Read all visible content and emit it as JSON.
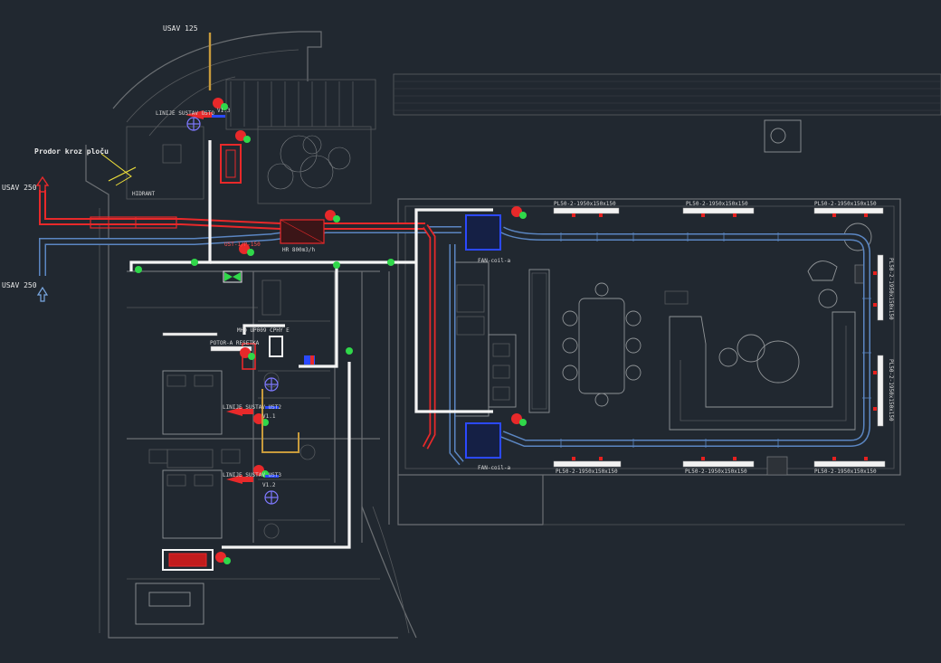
{
  "title": "HVAC ventilation floor plan (CAD model space)",
  "labels": {
    "usav_125": "USAV 125",
    "usav_250_top": "USAV 250",
    "usav_250_bottom": "USAV 250",
    "prodor": "Prodor kroz ploču",
    "hr_unit": "HR 800m3/h",
    "mhd": "MHD UP009 CPHY E",
    "rekuperator_note": "POTOR-A RESETKA",
    "v13": "V1.3",
    "v11": "V1.1",
    "v12": "V1.2",
    "tag_top_left": "LINIJE SUSTAV USTO",
    "tag_mid_left": "LINIJE SUSTAV UST2",
    "tag_low_left": "LINIJE SUSTAV UST3",
    "pl_top_1": "PL50-2-1950x150x150",
    "pl_top_2": "PL50-2-1950x150x150",
    "pl_top_3": "PL50-2-1950x150x150",
    "pl_bot_1": "PL50-2-1950x150x150",
    "pl_bot_2": "PL50-2-1950x150x150",
    "pl_bot_3": "PL50-2-1950x150x150",
    "pl_right_1": "PL50-2-1950x150x150",
    "pl_right_2": "PL50-2-1950x150x150",
    "fcu_top": "FAN-coil-a",
    "fcu_bot": "FAN-coil-a",
    "red_tag": "UST-1/P-150",
    "blue_tag": "150",
    "hidrant": "HIDRANT"
  },
  "colors": {
    "background": "#212830",
    "supply_duct": "#e8292a",
    "return_duct": "#5b86c2",
    "condensate": "#f4f4f4",
    "walls": "#6b6f73",
    "accent_green": "#30d84a",
    "leader_yellow": "#f2e23a"
  },
  "icons": {
    "arrow_up": "arrow-up-icon",
    "fan": "fan-icon",
    "valve": "valve-icon"
  }
}
